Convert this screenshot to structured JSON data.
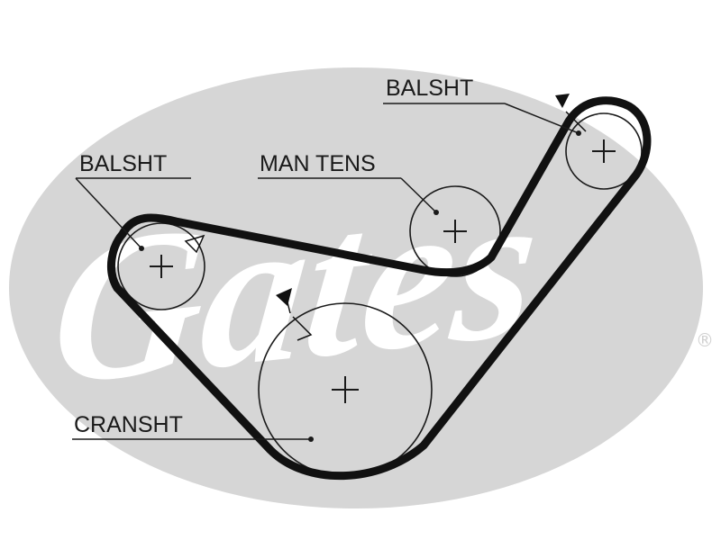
{
  "diagram": {
    "watermark": {
      "brand": "Gates",
      "registered_mark": "®"
    },
    "labels": [
      {
        "id": "balsht-left",
        "text": "BALSHT"
      },
      {
        "id": "man-tens",
        "text": "MAN TENS"
      },
      {
        "id": "balsht-right",
        "text": "BALSHT"
      },
      {
        "id": "cransht",
        "text": "CRANSHT"
      }
    ],
    "colors": {
      "belt": "#111111",
      "ink": "#1a1a1a",
      "watermark_fill": "#d6d6d6"
    },
    "icons": [
      "rotation-arrow-icon",
      "center-cross-icon"
    ]
  }
}
